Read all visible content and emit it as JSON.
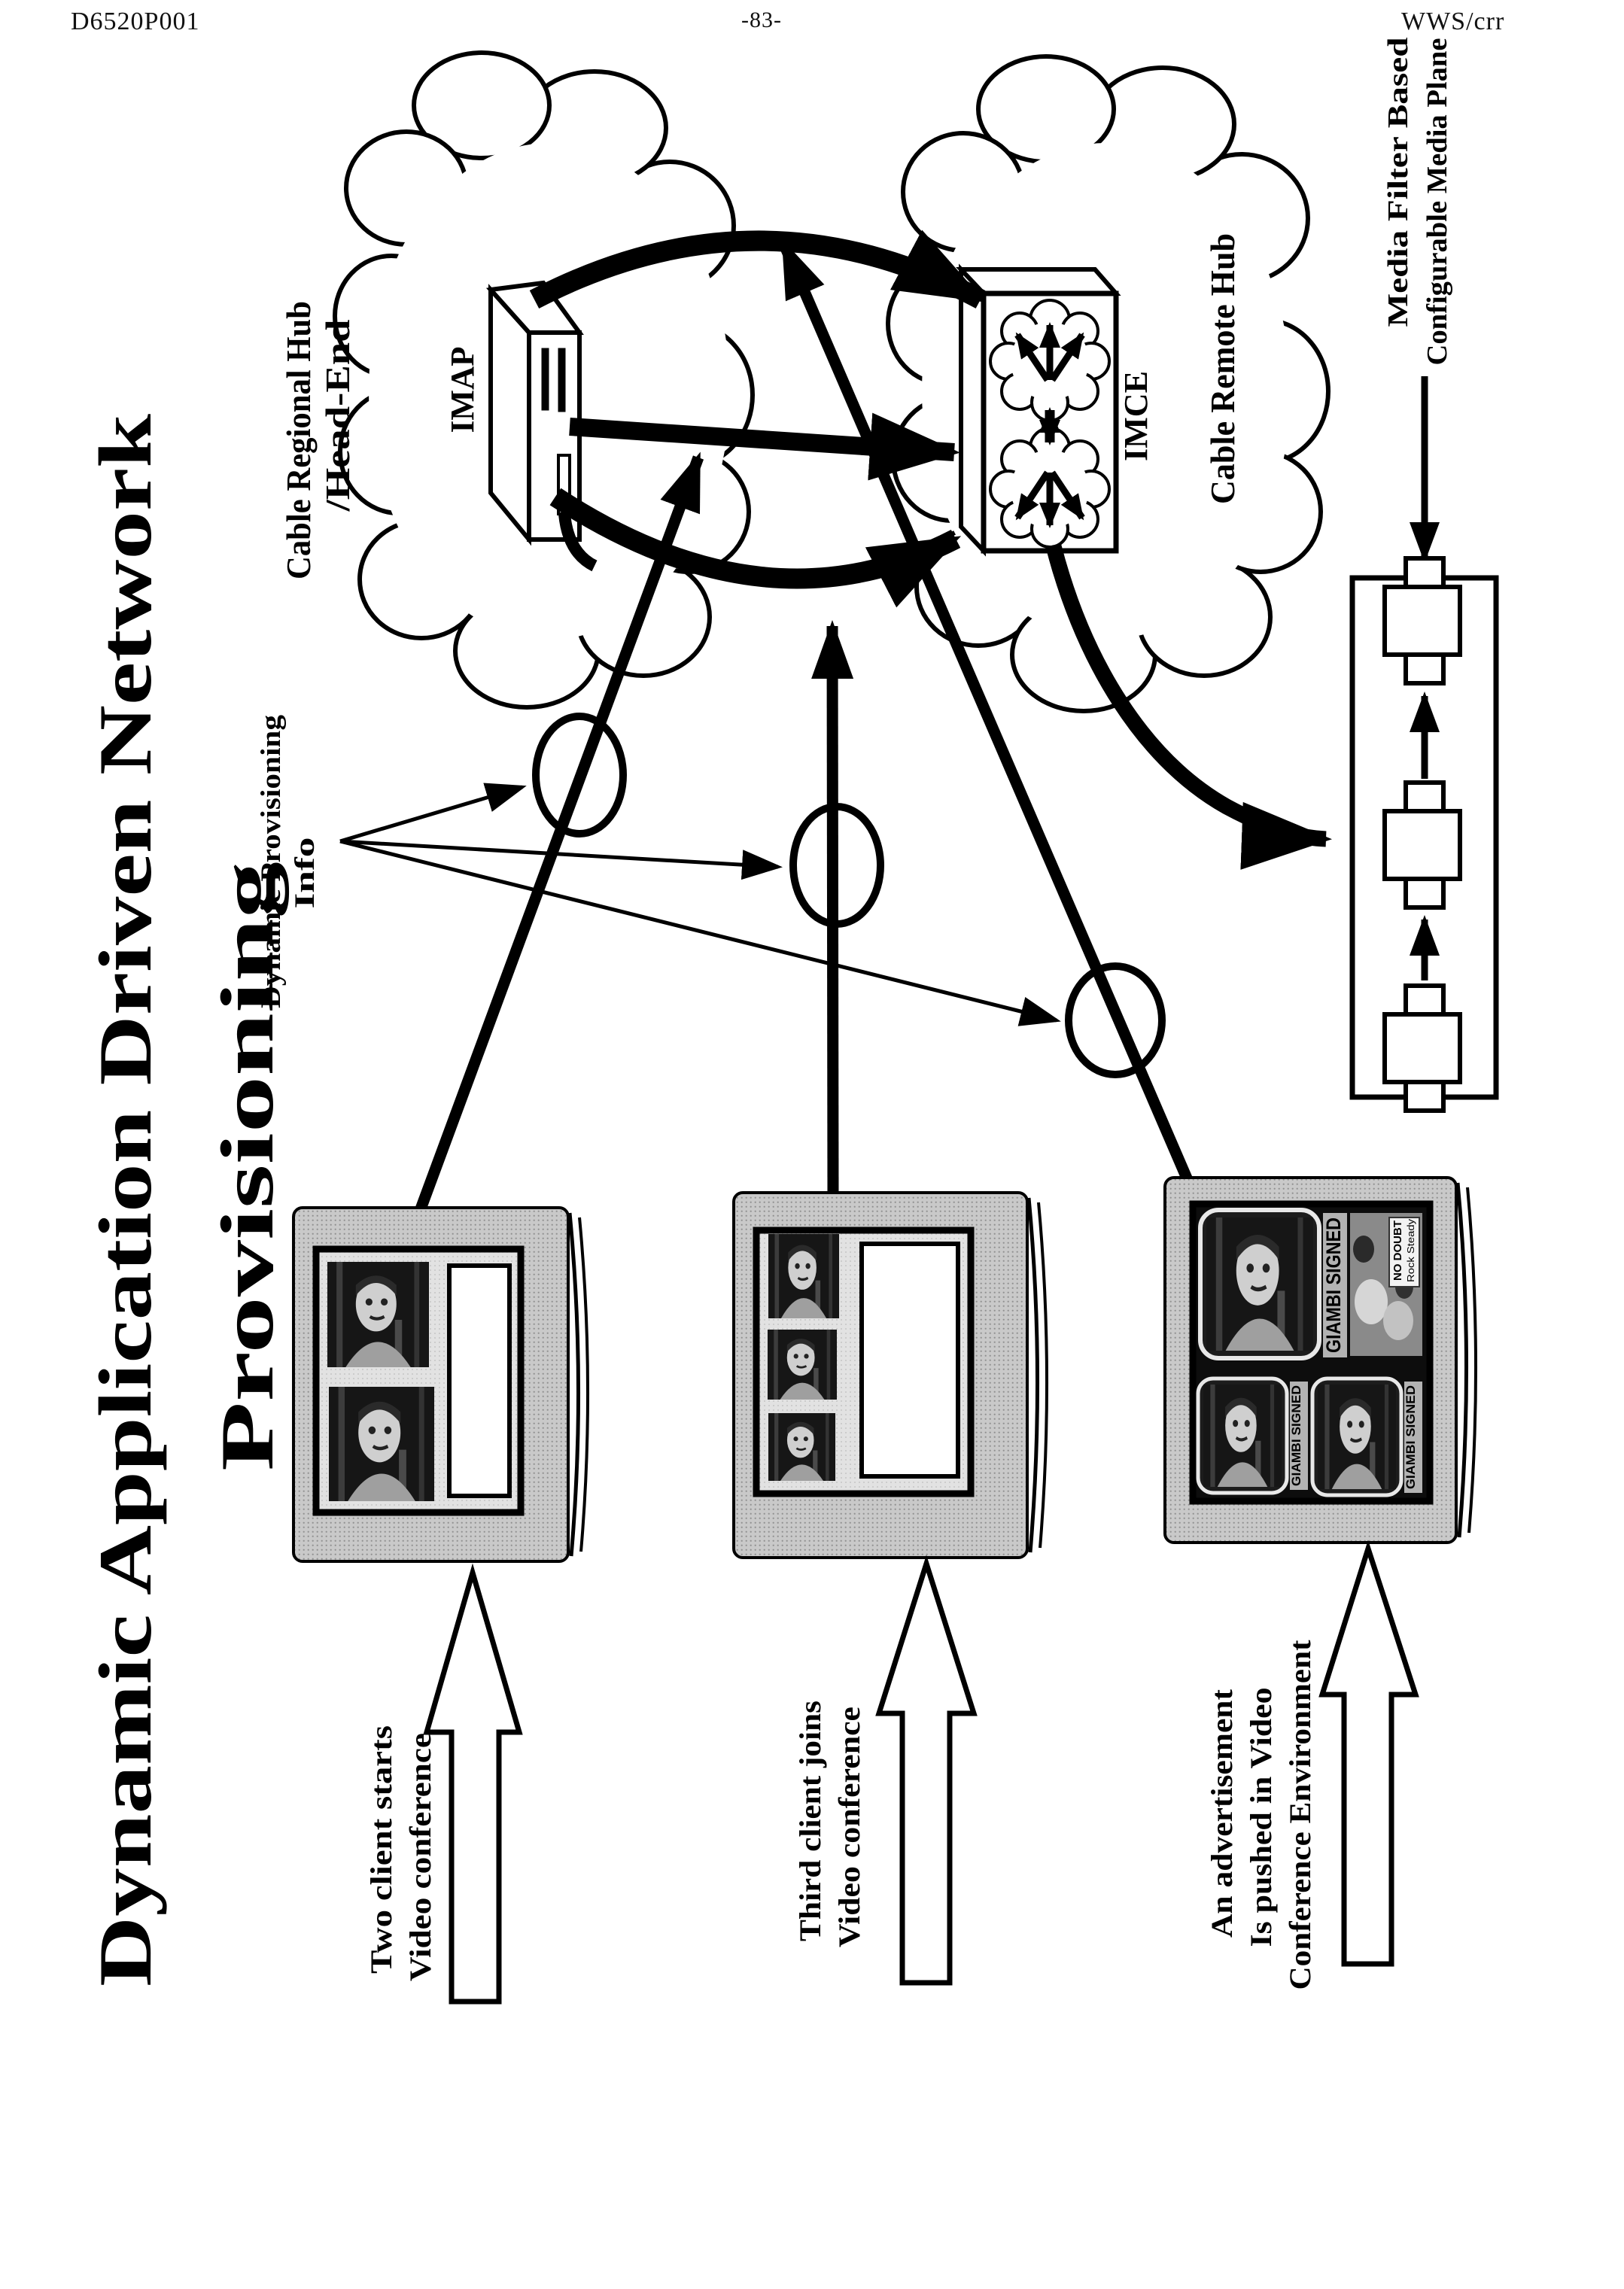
{
  "colors": {
    "ink": "#000000",
    "tv_body": "#c9c9c9",
    "screen_bg": "#e2e2e2",
    "thumb_bg": "#161616",
    "screen_black": "#0d0d0d"
  },
  "header": {
    "doc_number": "D6520P001",
    "page_number": "-83-",
    "attorney_ref": "WWS/crr"
  },
  "title": {
    "line1": "Dynamic Application Driven Network",
    "line2": "Provisioning"
  },
  "hubs": {
    "regional": {
      "line1": "Cable Regional Hub",
      "line2": "/Head-End",
      "device": "IMAP"
    },
    "remote": {
      "label": "Cable Remote Hub",
      "device": "IMCE"
    }
  },
  "provisioning_note": {
    "line1": "Dynamic Provisioning",
    "line2": "Info"
  },
  "media_plane": {
    "line1": "Media Filter Based",
    "line2": "Configurable Media Plane"
  },
  "clients": [
    {
      "line1": "Two client starts",
      "line2": "Video conference",
      "line3": ""
    },
    {
      "line1": "Third client joins",
      "line2": "Video conference",
      "line3": ""
    },
    {
      "line1": "An advertisement",
      "line2": "Is pushed in Video",
      "line3": "Conference Environment"
    }
  ],
  "tv3": {
    "caption_main": "GIAMBI SIGNED",
    "caption_small1": "GIAMBI SIGNED",
    "caption_small2": "GIAMBI SIGNED",
    "ad_line1": "NO DOUBT",
    "ad_line2": "Rock Steady"
  }
}
